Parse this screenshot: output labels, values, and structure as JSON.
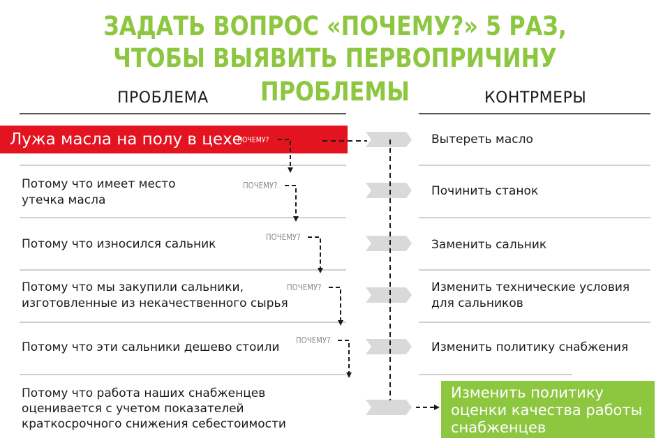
{
  "title": {
    "line1": "ЗАДАТЬ ВОПРОС «ПОЧЕМУ?» 5 РАЗ,",
    "line2": "ЧТОБЫ ВЫЯВИТЬ ПЕРВОПРИЧИНУ ПРОБЛЕМЫ"
  },
  "headers": {
    "problem": "ПРОБЛЕМА",
    "countermeasures": "КОНТРМЕРЫ"
  },
  "why_label": "ПОЧЕМУ?",
  "problem": "Лужа масла на полу в цехе",
  "rows": [
    {
      "lines": [
        "Потому что имеет место",
        "утечка масла"
      ],
      "countermeasure": [
        "Починить станок"
      ]
    },
    {
      "lines": [
        "Потому что износился сальник"
      ],
      "countermeasure": [
        "Заменить сальник"
      ]
    },
    {
      "lines": [
        "Потому что мы закупили сальники,",
        "изготовленные из некачественного сырья"
      ],
      "countermeasure": [
        "Изменить технические условия",
        "для сальников"
      ]
    },
    {
      "lines": [
        "Потому что эти сальники дешево стоили"
      ],
      "countermeasure": [
        "Изменить политику снабжения"
      ]
    },
    {
      "lines": [
        "Потому что работа наших снабженцев",
        "оценивается с учетом показателей",
        "краткосрочного снижения себестоимости"
      ],
      "countermeasure": []
    }
  ],
  "first_countermeasure": "Вытереть масло",
  "final_countermeasure": [
    "Изменить политику",
    "оценки качества работы",
    "снабженцев"
  ],
  "colors": {
    "title_green": "#8dc63f",
    "problem_red": "#e3131f",
    "final_green": "#8dc63f",
    "chevron_gray": "#d9d9d9",
    "why_gray": "#8a8a8a"
  }
}
